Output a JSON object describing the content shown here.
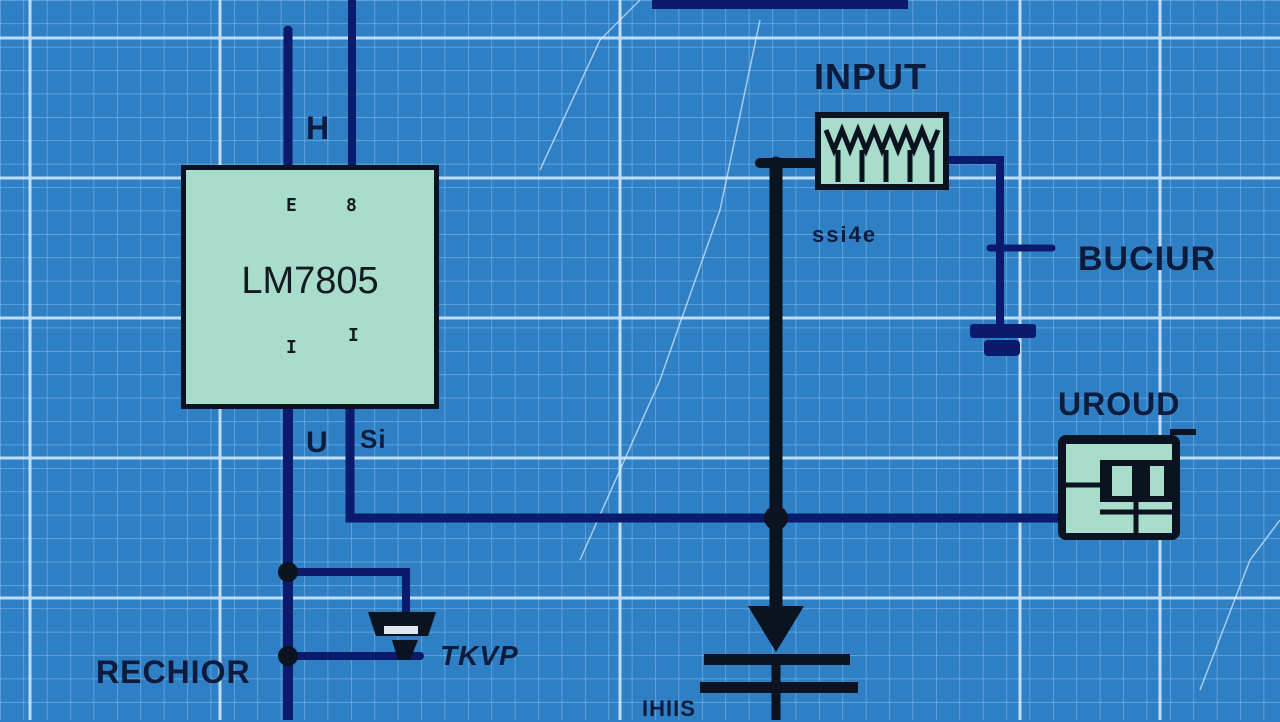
{
  "schematic": {
    "regulator_part": "LM7805",
    "labels": {
      "input": "INPUT",
      "top_pin": "H",
      "value_small": "ssi4e",
      "right_mid": "BUCIUR",
      "right_lower": "UROUD",
      "left_bottom": "RECHIOR",
      "bottom_right_of_cap": "TKVP",
      "bottom_center": "IHIIS",
      "left_pin_below": "U",
      "pin_out_right": "Si"
    },
    "pin_marks": [
      "E",
      "8",
      "I",
      "I"
    ],
    "colors": {
      "background": "#2f7fc4",
      "grid_minor": "#78b6e8",
      "grid_major": "#cfe8ff",
      "wire_navy": "#0c1a6e",
      "wire_black": "#0b1220",
      "component_fill": "#a8dccb"
    }
  }
}
